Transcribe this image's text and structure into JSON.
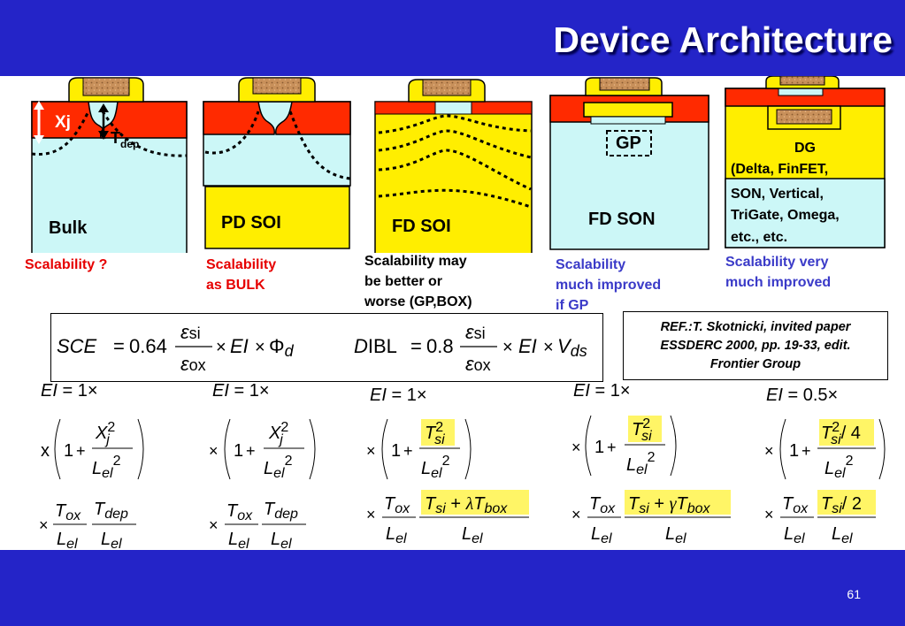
{
  "title": "Device Architecture",
  "page_number": "61",
  "colors": {
    "band_blue": "#2424c8",
    "si_light_blue": "#ccf7f7",
    "source_drain_red": "#ff2a00",
    "gate_yellow": "#ffee00",
    "gate_cork": "#c8905a",
    "caption_red": "#e60000",
    "caption_blue": "#3a3ac8",
    "highlight_yellow": "#fff566"
  },
  "devices": {
    "bulk": {
      "label": "Bulk",
      "xj_label": "Xj",
      "tdep_label": "T",
      "tdep_sub": "dep",
      "caption": "Scalability ?"
    },
    "pd_soi": {
      "label": "PD SOI",
      "caption_line1": "Scalability",
      "caption_line2": "as  BULK"
    },
    "fd_soi": {
      "label": "FD SOI",
      "caption_line1": "Scalability may",
      "caption_line2": "be better or",
      "caption_line3": "worse (GP,BOX)"
    },
    "fd_son": {
      "label": "FD SON",
      "gp_label": "GP",
      "caption_line1": "Scalability",
      "caption_line2": "much improved",
      "caption_line3": "if GP"
    },
    "dg": {
      "label_line1": "DG",
      "label_line2": "(Delta, FinFET,",
      "label_line3": "SON, Vertical,",
      "label_line4": "TriGate, Omega,",
      "label_line5": "etc., etc.",
      "caption_line1": "Scalability very",
      "caption_line2": "much improved"
    }
  },
  "formulas": {
    "sce_lhs": "SCE",
    "sce_coef": "0.64",
    "dibl_lhs_d": "D",
    "dibl_lhs_rest": "IBL",
    "dibl_coef": "0.8",
    "eps_num": "ε",
    "eps_num_sub": "si",
    "eps_den": "ε",
    "eps_den_sub": "ox",
    "ei": "EI",
    "phi": "Φ",
    "phi_sub": "d",
    "v": "V",
    "v_sub": "ds"
  },
  "reference": {
    "line1": "REF.:T. Skotnicki, invited paper",
    "line2": "ESSDERC 2000, pp. 19-33, edit.",
    "line3": "Frontier Group"
  },
  "ei_values": [
    "1",
    "1",
    "1",
    "1",
    "0.5"
  ],
  "factor_terms": {
    "bulk_num": "X",
    "bulk_sup": "2",
    "bulk_sub": "j",
    "tsi": "T",
    "tsi_sub": "si",
    "tsi_sup": "2",
    "div4": "/ 4",
    "lel": "L",
    "lel_sub": "el",
    "lel_sup": "2",
    "one": "1",
    "tox": "T",
    "tox_sub": "ox",
    "tdep": "T",
    "tdep_sub": "dep",
    "tbox": "T",
    "tbox_sub": "box",
    "lambda": "λ",
    "gamma": "γ",
    "div2": "/ 2"
  }
}
